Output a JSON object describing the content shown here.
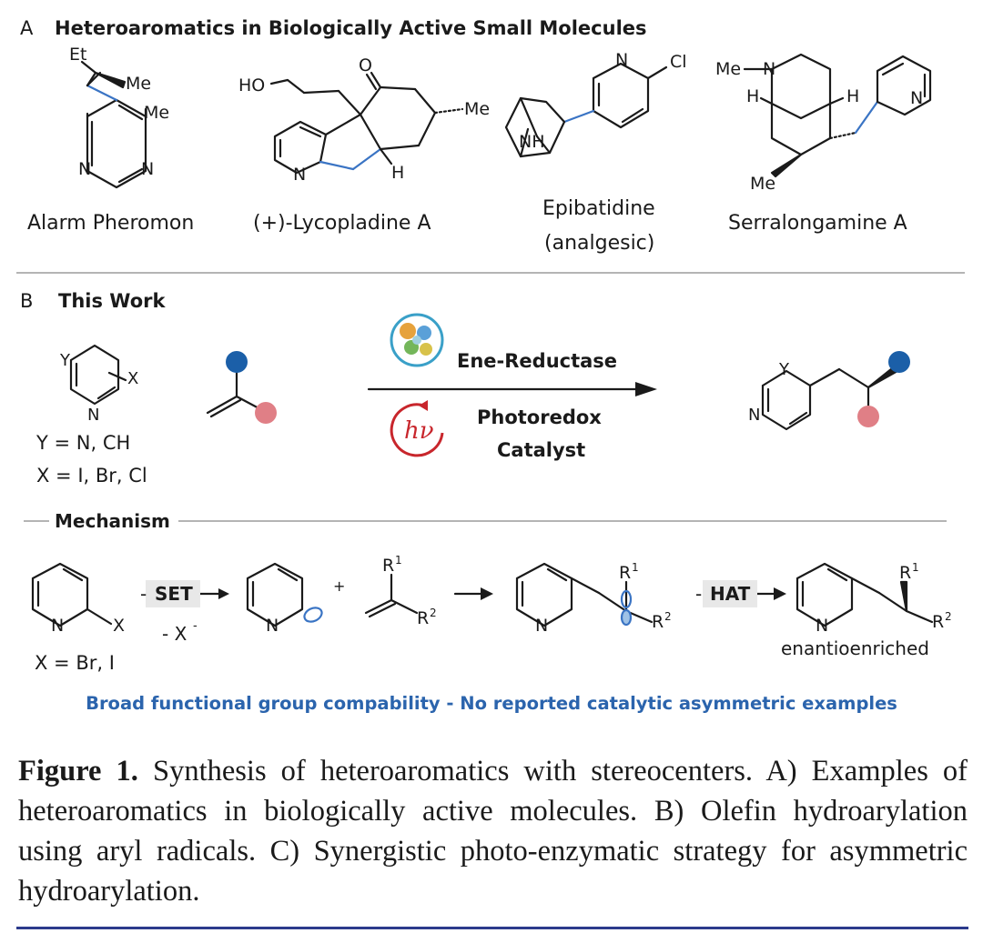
{
  "panel_a": {
    "letter": "A",
    "title": "Heteroaromatics in Biologically Active Small Molecules",
    "compounds": [
      {
        "name": "Alarm Pheromon",
        "labels": {
          "et": "Et",
          "me1": "Me",
          "me2": "Me",
          "n1": "N",
          "n2": "N"
        }
      },
      {
        "name": "(+)-Lycopladine A",
        "labels": {
          "ho": "HO",
          "o": "O",
          "me": "Me",
          "n": "N",
          "h": "H"
        }
      },
      {
        "name_line1": "Epibatidine",
        "name_line2": "(analgesic)",
        "labels": {
          "n": "N",
          "cl": "Cl",
          "nh": "NH"
        }
      },
      {
        "name": "Serralongamine A",
        "labels": {
          "me_n": "Me",
          "n": "N",
          "h1": "H",
          "h2": "H",
          "n2": "N",
          "me": "Me"
        }
      }
    ]
  },
  "panel_b": {
    "letter": "B",
    "title": "This Work",
    "substrate": {
      "y": "Y",
      "x": "X",
      "n": "N",
      "y_def": "Y = N, CH",
      "x_def": "X = I, Br, Cl"
    },
    "enzyme_label": "Ene-Reductase",
    "photo_symbol": "hν",
    "photo_label_1": "Photoredox",
    "photo_label_2": "Catalyst",
    "product": {
      "y": "Y",
      "n": "N"
    }
  },
  "mechanism": {
    "title": "Mechanism",
    "set_label": "SET",
    "x_minus": "- X",
    "x_minus_sup": "-",
    "plus": "+",
    "hat_label": "HAT",
    "x_def": "X = Br, I",
    "n": "N",
    "x": "X",
    "r1": "R",
    "r1_sup": "1",
    "r2": "R",
    "r2_sup": "2",
    "enantioenriched": "enantioenriched",
    "banner": "Broad functional group compability - No reported catalytic asymmetric examples"
  },
  "caption": {
    "fig_label": "Figure 1.",
    "text": "Synthesis of heteroaromatics with stereocenters. A) Examples of heteroaromatics in biologically active molecules. B) Olefin hydroarylation using aryl radicals. C) Synergistic photo-enzymatic strategy for asymmetric hydroarylation."
  },
  "colors": {
    "blue_bond": "#3a74c4",
    "dark_blue_ball": "#1b5fa8",
    "pink_ball": "#e07f86",
    "red_cycle": "#c8262c",
    "banner_blue": "#2b64ad",
    "rule_navy": "#2b3a8c"
  }
}
